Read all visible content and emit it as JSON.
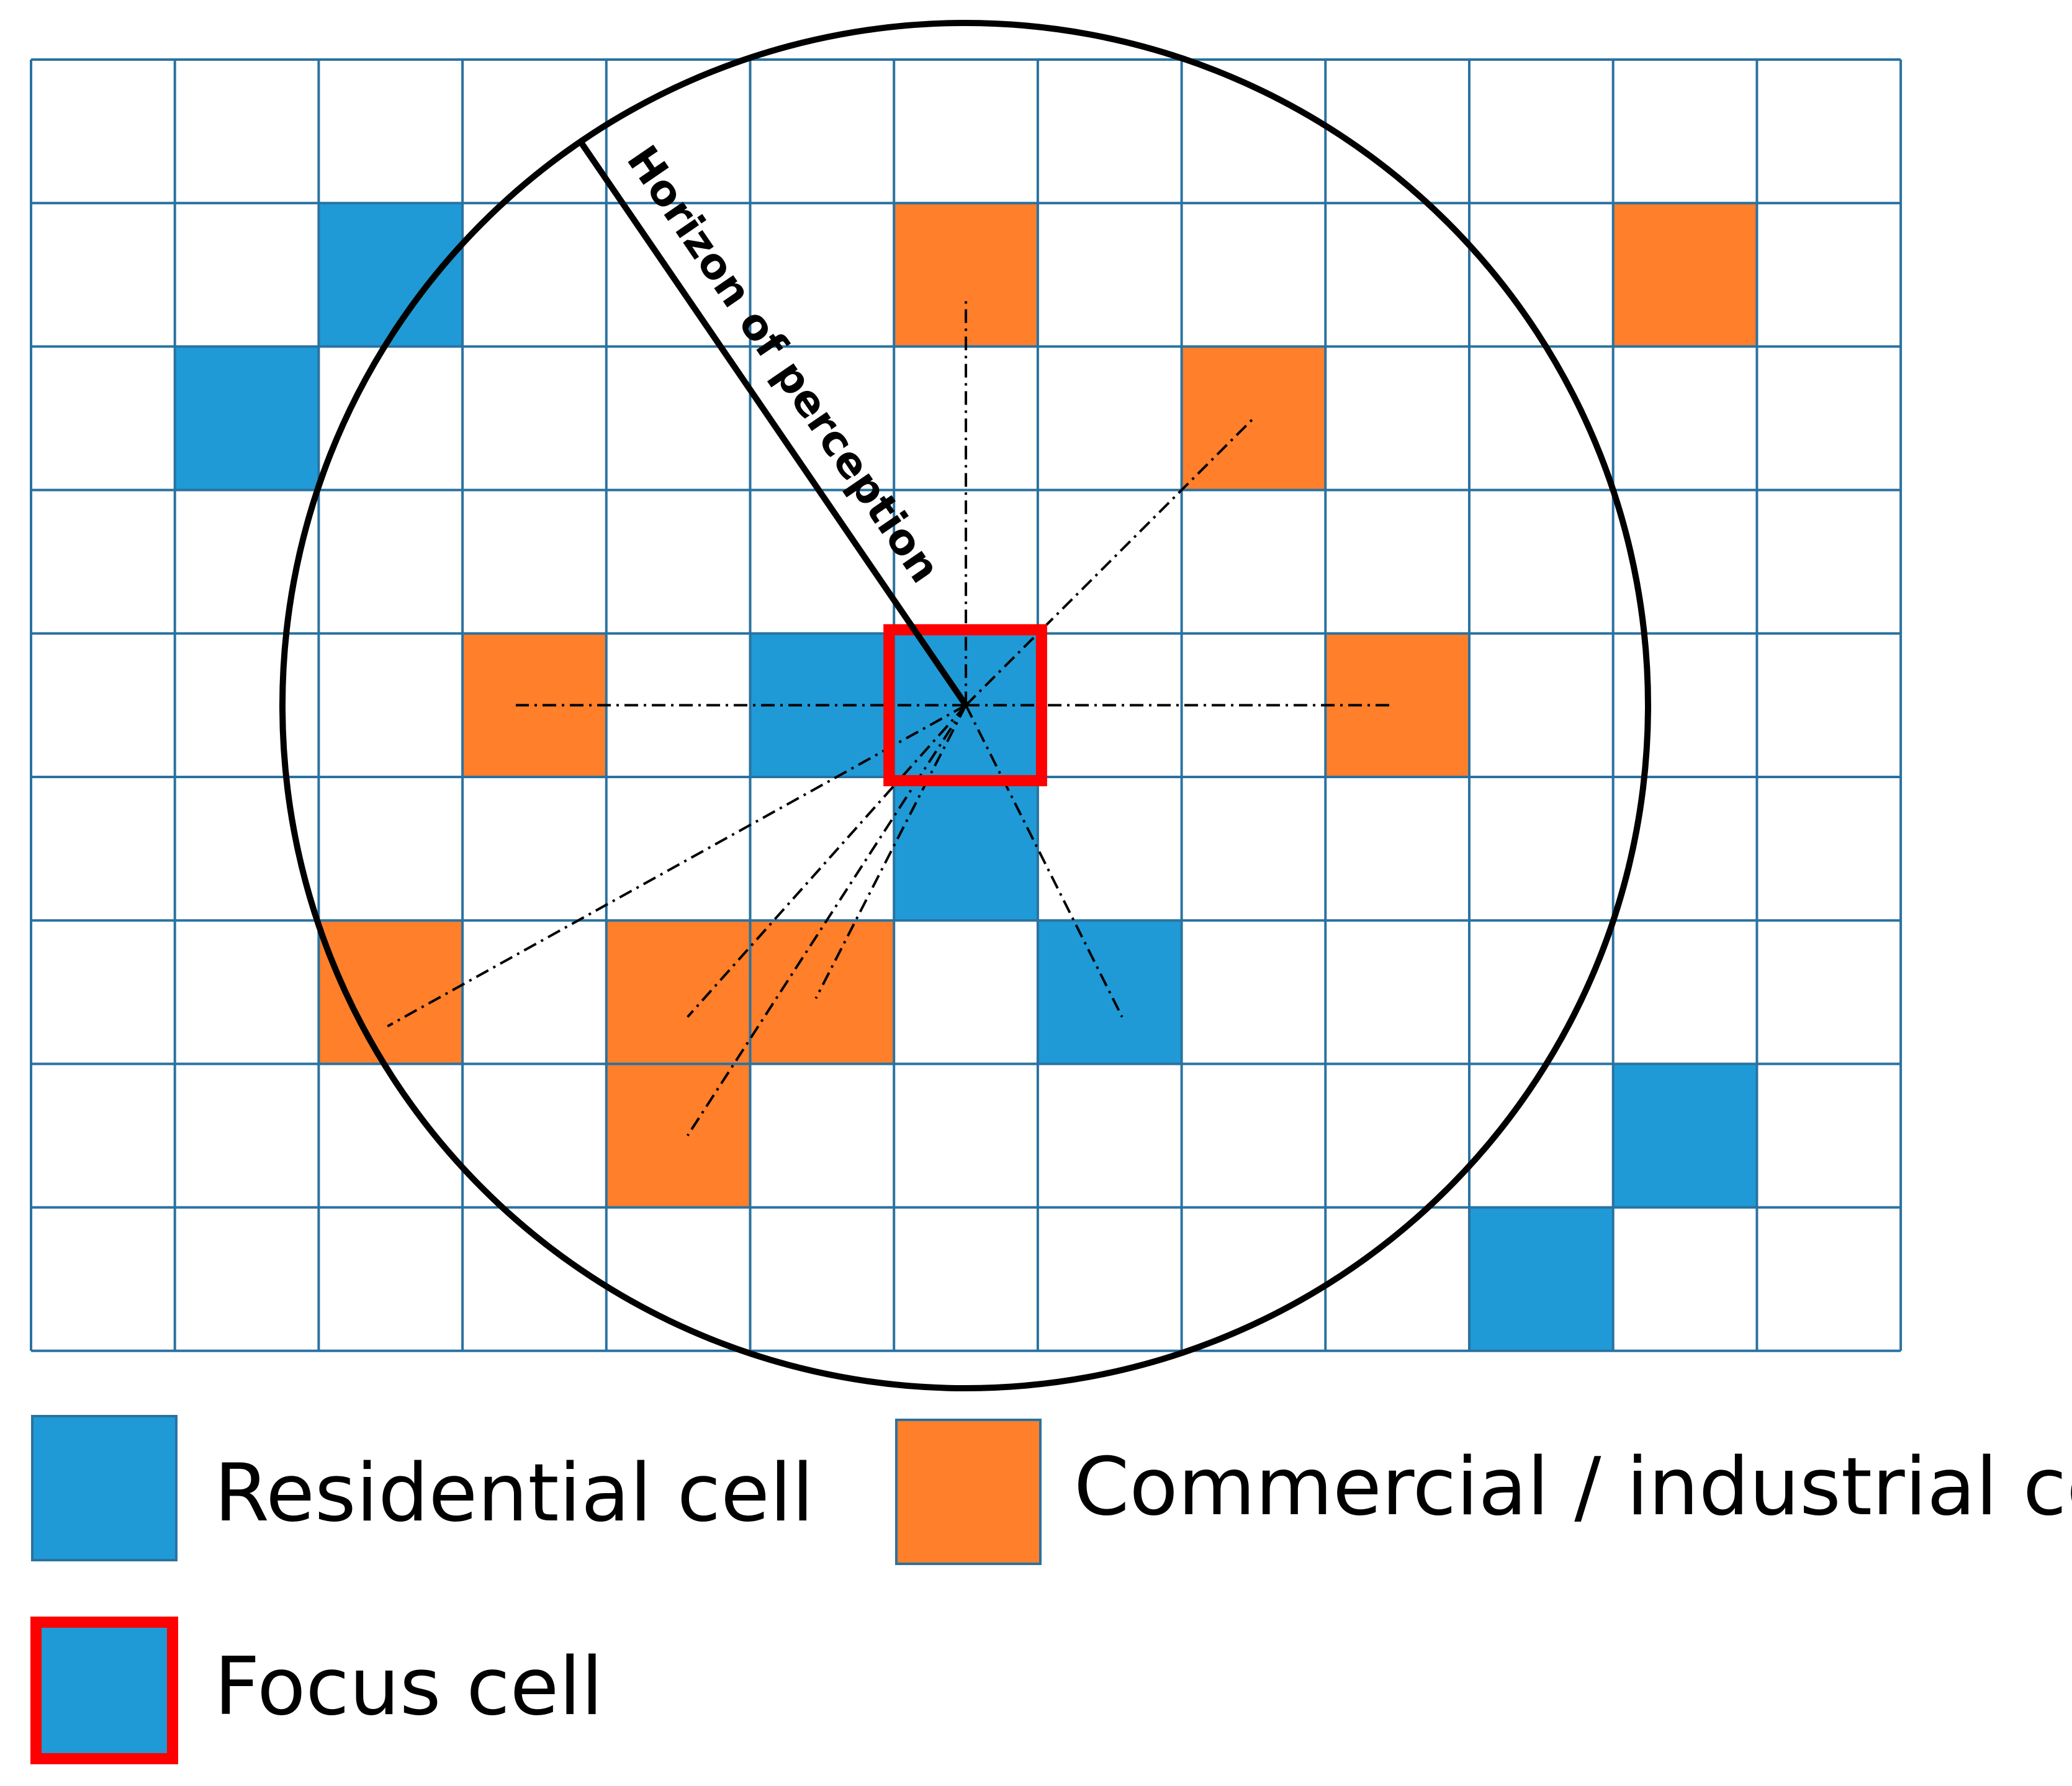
{
  "grid": {
    "rows": 9,
    "cols": 13,
    "line_color": "#2A72A0",
    "residential_cells": [
      [
        1,
        2
      ],
      [
        2,
        1
      ],
      [
        4,
        5
      ],
      [
        4,
        6
      ],
      [
        5,
        6
      ],
      [
        6,
        7
      ],
      [
        7,
        11
      ],
      [
        8,
        10
      ]
    ],
    "commercial_cells": [
      [
        1,
        6
      ],
      [
        1,
        11
      ],
      [
        2,
        8
      ],
      [
        4,
        3
      ],
      [
        4,
        9
      ],
      [
        6,
        2
      ],
      [
        6,
        4
      ],
      [
        6,
        5
      ],
      [
        7,
        4
      ]
    ],
    "focus_cell": [
      4,
      6
    ]
  },
  "colors": {
    "residential": "#1F9AD6",
    "commercial": "#FF7F2A",
    "focus_border": "#FF0000",
    "circle": "#000000"
  },
  "horizon_label": "Horizon of perception",
  "legend": {
    "residential": "Residential cell",
    "commercial": "Commercial / industrial cell",
    "focus": "Focus cell"
  }
}
